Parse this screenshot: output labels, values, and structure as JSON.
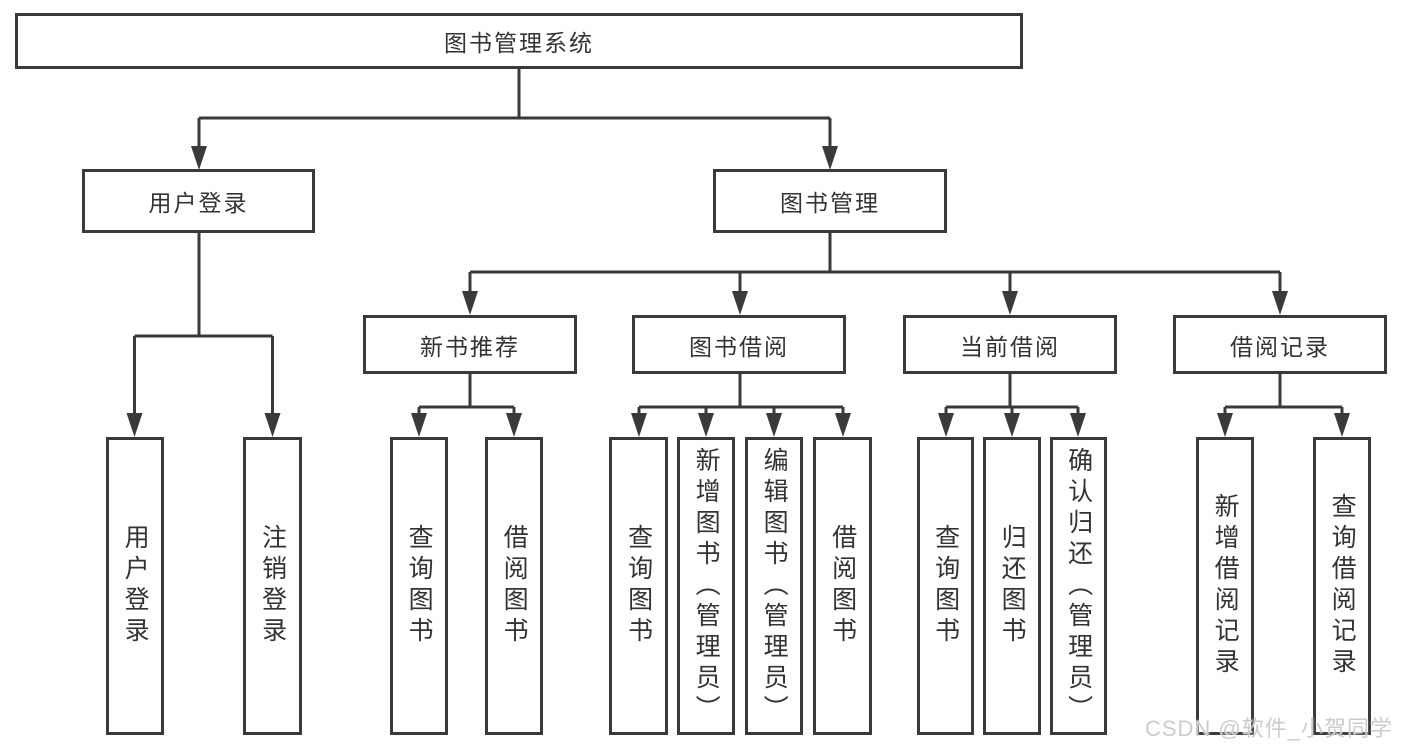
{
  "page": {
    "background": "#ffffff"
  },
  "colors": {
    "line": "#3a3a3a",
    "box_border": "#3a3a3a",
    "text": "#333333",
    "watermark": "#cccccc"
  },
  "tree": {
    "root": {
      "label": "图书管理系统"
    },
    "branches": [
      {
        "label": "用户登录",
        "children": [
          {
            "label": "用户登录"
          },
          {
            "label": "注销登录"
          }
        ]
      },
      {
        "label": "图书管理",
        "children": [
          {
            "label": "新书推荐",
            "children": [
              {
                "label": "查询图书"
              },
              {
                "label": "借阅图书"
              }
            ]
          },
          {
            "label": "图书借阅",
            "children": [
              {
                "label": "查询图书"
              },
              {
                "label": "新增图书（管理员）"
              },
              {
                "label": "编辑图书（管理员）"
              },
              {
                "label": "借阅图书"
              }
            ]
          },
          {
            "label": "当前借阅",
            "children": [
              {
                "label": "查询图书"
              },
              {
                "label": "归还图书"
              },
              {
                "label": "确认归还（管理员）"
              }
            ]
          },
          {
            "label": "借阅记录",
            "children": [
              {
                "label": "新增借阅记录"
              },
              {
                "label": "查询借阅记录"
              }
            ]
          }
        ]
      }
    ]
  },
  "watermark": {
    "text": "CSDN @软件_小贺同学"
  }
}
